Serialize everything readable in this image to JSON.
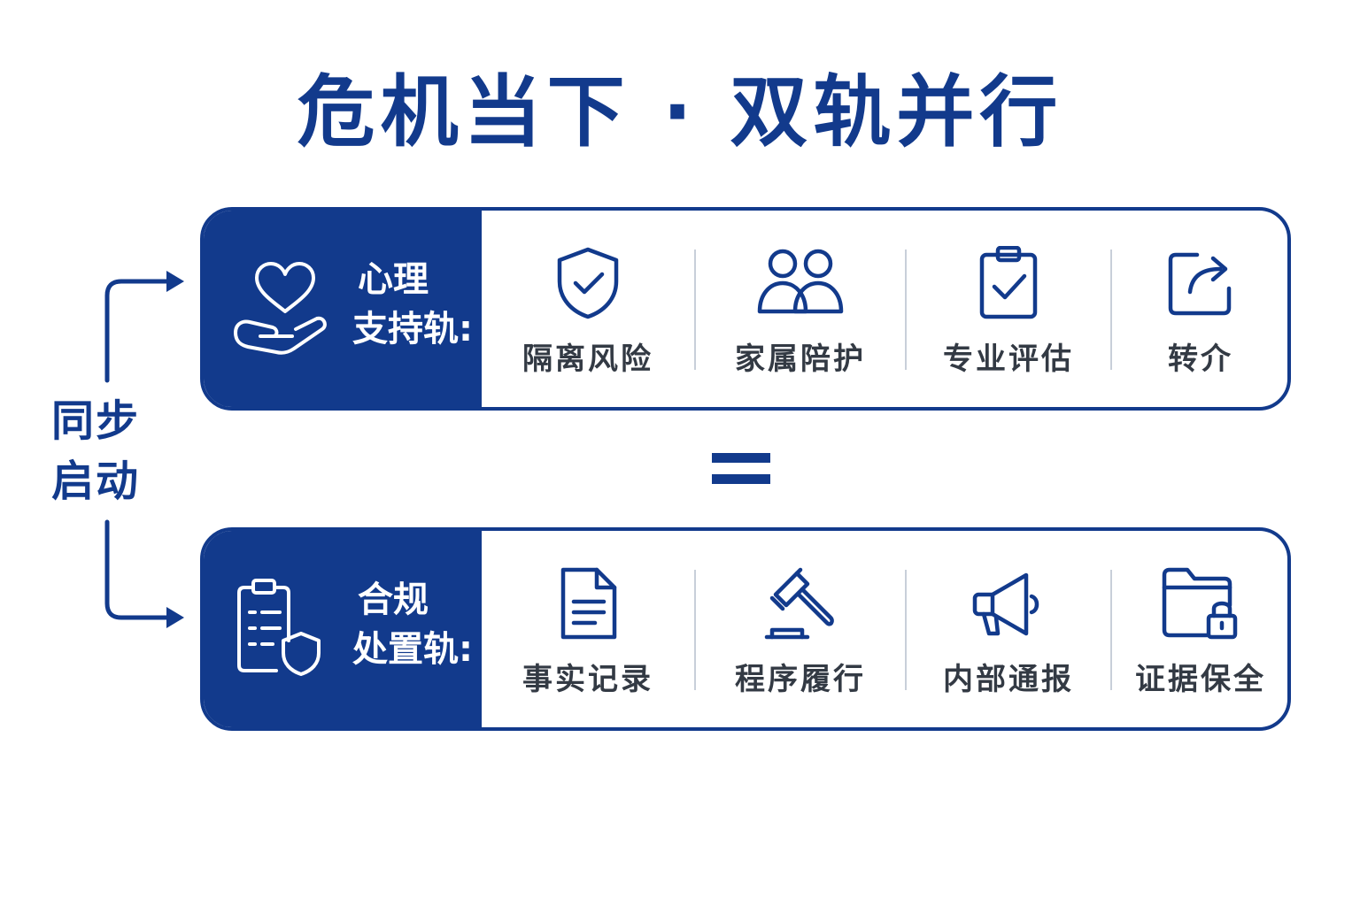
{
  "title": "危机当下 · 双轨并行",
  "sync": {
    "line1": "同步",
    "line2": "启动"
  },
  "tracks": [
    {
      "name_line1": "心理",
      "name_line2": "支持轨:",
      "head_icon": "hand-heart-icon",
      "items": [
        {
          "label": "隔离风险",
          "icon": "shield-check-icon"
        },
        {
          "label": "家属陪护",
          "icon": "people-icon"
        },
        {
          "label": "专业评估",
          "icon": "clipboard-check-icon"
        },
        {
          "label": "转介",
          "icon": "share-icon"
        }
      ]
    },
    {
      "name_line1": "合规",
      "name_line2": "处置轨:",
      "head_icon": "clipboard-shield-icon",
      "items": [
        {
          "label": "事实记录",
          "icon": "document-icon"
        },
        {
          "label": "程序履行",
          "icon": "gavel-icon"
        },
        {
          "label": "内部通报",
          "icon": "megaphone-icon"
        },
        {
          "label": "证据保全",
          "icon": "locked-folder-icon"
        }
      ]
    }
  ],
  "colors": {
    "primary": "#123a8c",
    "text": "#333a44",
    "separator": "#c8cfd9"
  }
}
